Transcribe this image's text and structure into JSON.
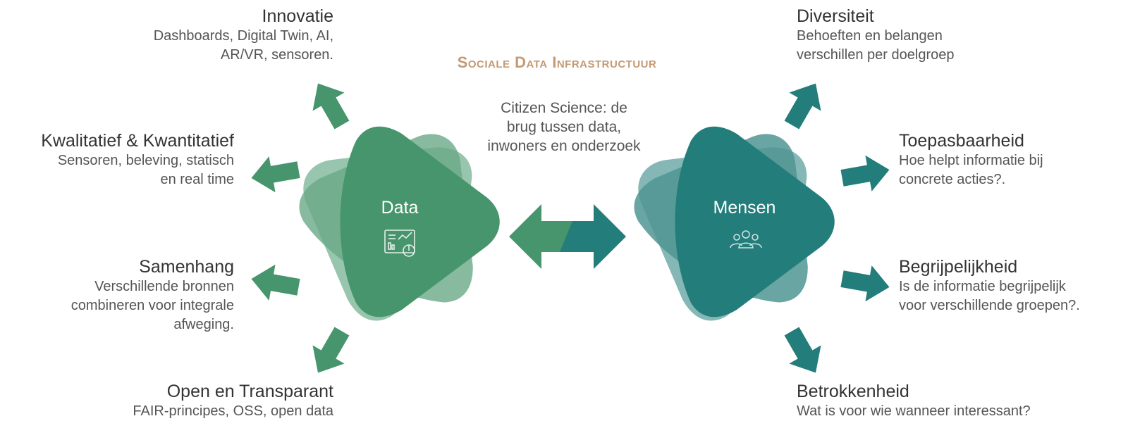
{
  "title": "Sociale Data Infrastructuur",
  "center_text": [
    "Citizen Science: de",
    "brug tussen data,",
    "inwoners en onderzoek"
  ],
  "data_node": {
    "label": "Data",
    "icon": "dashboard-icon"
  },
  "mensen_node": {
    "label": "Mensen",
    "icon": "people-icon"
  },
  "left_items": [
    {
      "heading": "Innovatie",
      "lines": [
        "Dashboards, Digital Twin, AI,",
        "AR/VR, sensoren."
      ]
    },
    {
      "heading": "Kwalitatief & Kwantitatief",
      "lines": [
        "Sensoren, beleving, statisch",
        "en real time"
      ]
    },
    {
      "heading": "Samenhang",
      "lines": [
        "Verschillende bronnen",
        "combineren voor integrale",
        "afweging."
      ]
    },
    {
      "heading": "Open en Transparant",
      "lines": [
        "FAIR-principes, OSS, open data"
      ]
    }
  ],
  "right_items": [
    {
      "heading": "Diversiteit",
      "lines": [
        "Behoeften en belangen",
        "verschillen per doelgroep"
      ]
    },
    {
      "heading": "Toepasbaarheid",
      "lines": [
        "Hoe helpt informatie bij",
        "concrete acties?."
      ]
    },
    {
      "heading": "Begrijpelijkheid",
      "lines": [
        "Is de informatie begrijpelijk",
        "voor verschillende groepen?."
      ]
    },
    {
      "heading": "Betrokkenheid",
      "lines": [
        "Wat is voor wie wanneer interessant?"
      ]
    }
  ],
  "colors": {
    "green": "#46956c",
    "green_light": "#85bb9f",
    "teal": "#237d7b",
    "teal_light": "#6eaaa8",
    "title": "#c49a74"
  }
}
